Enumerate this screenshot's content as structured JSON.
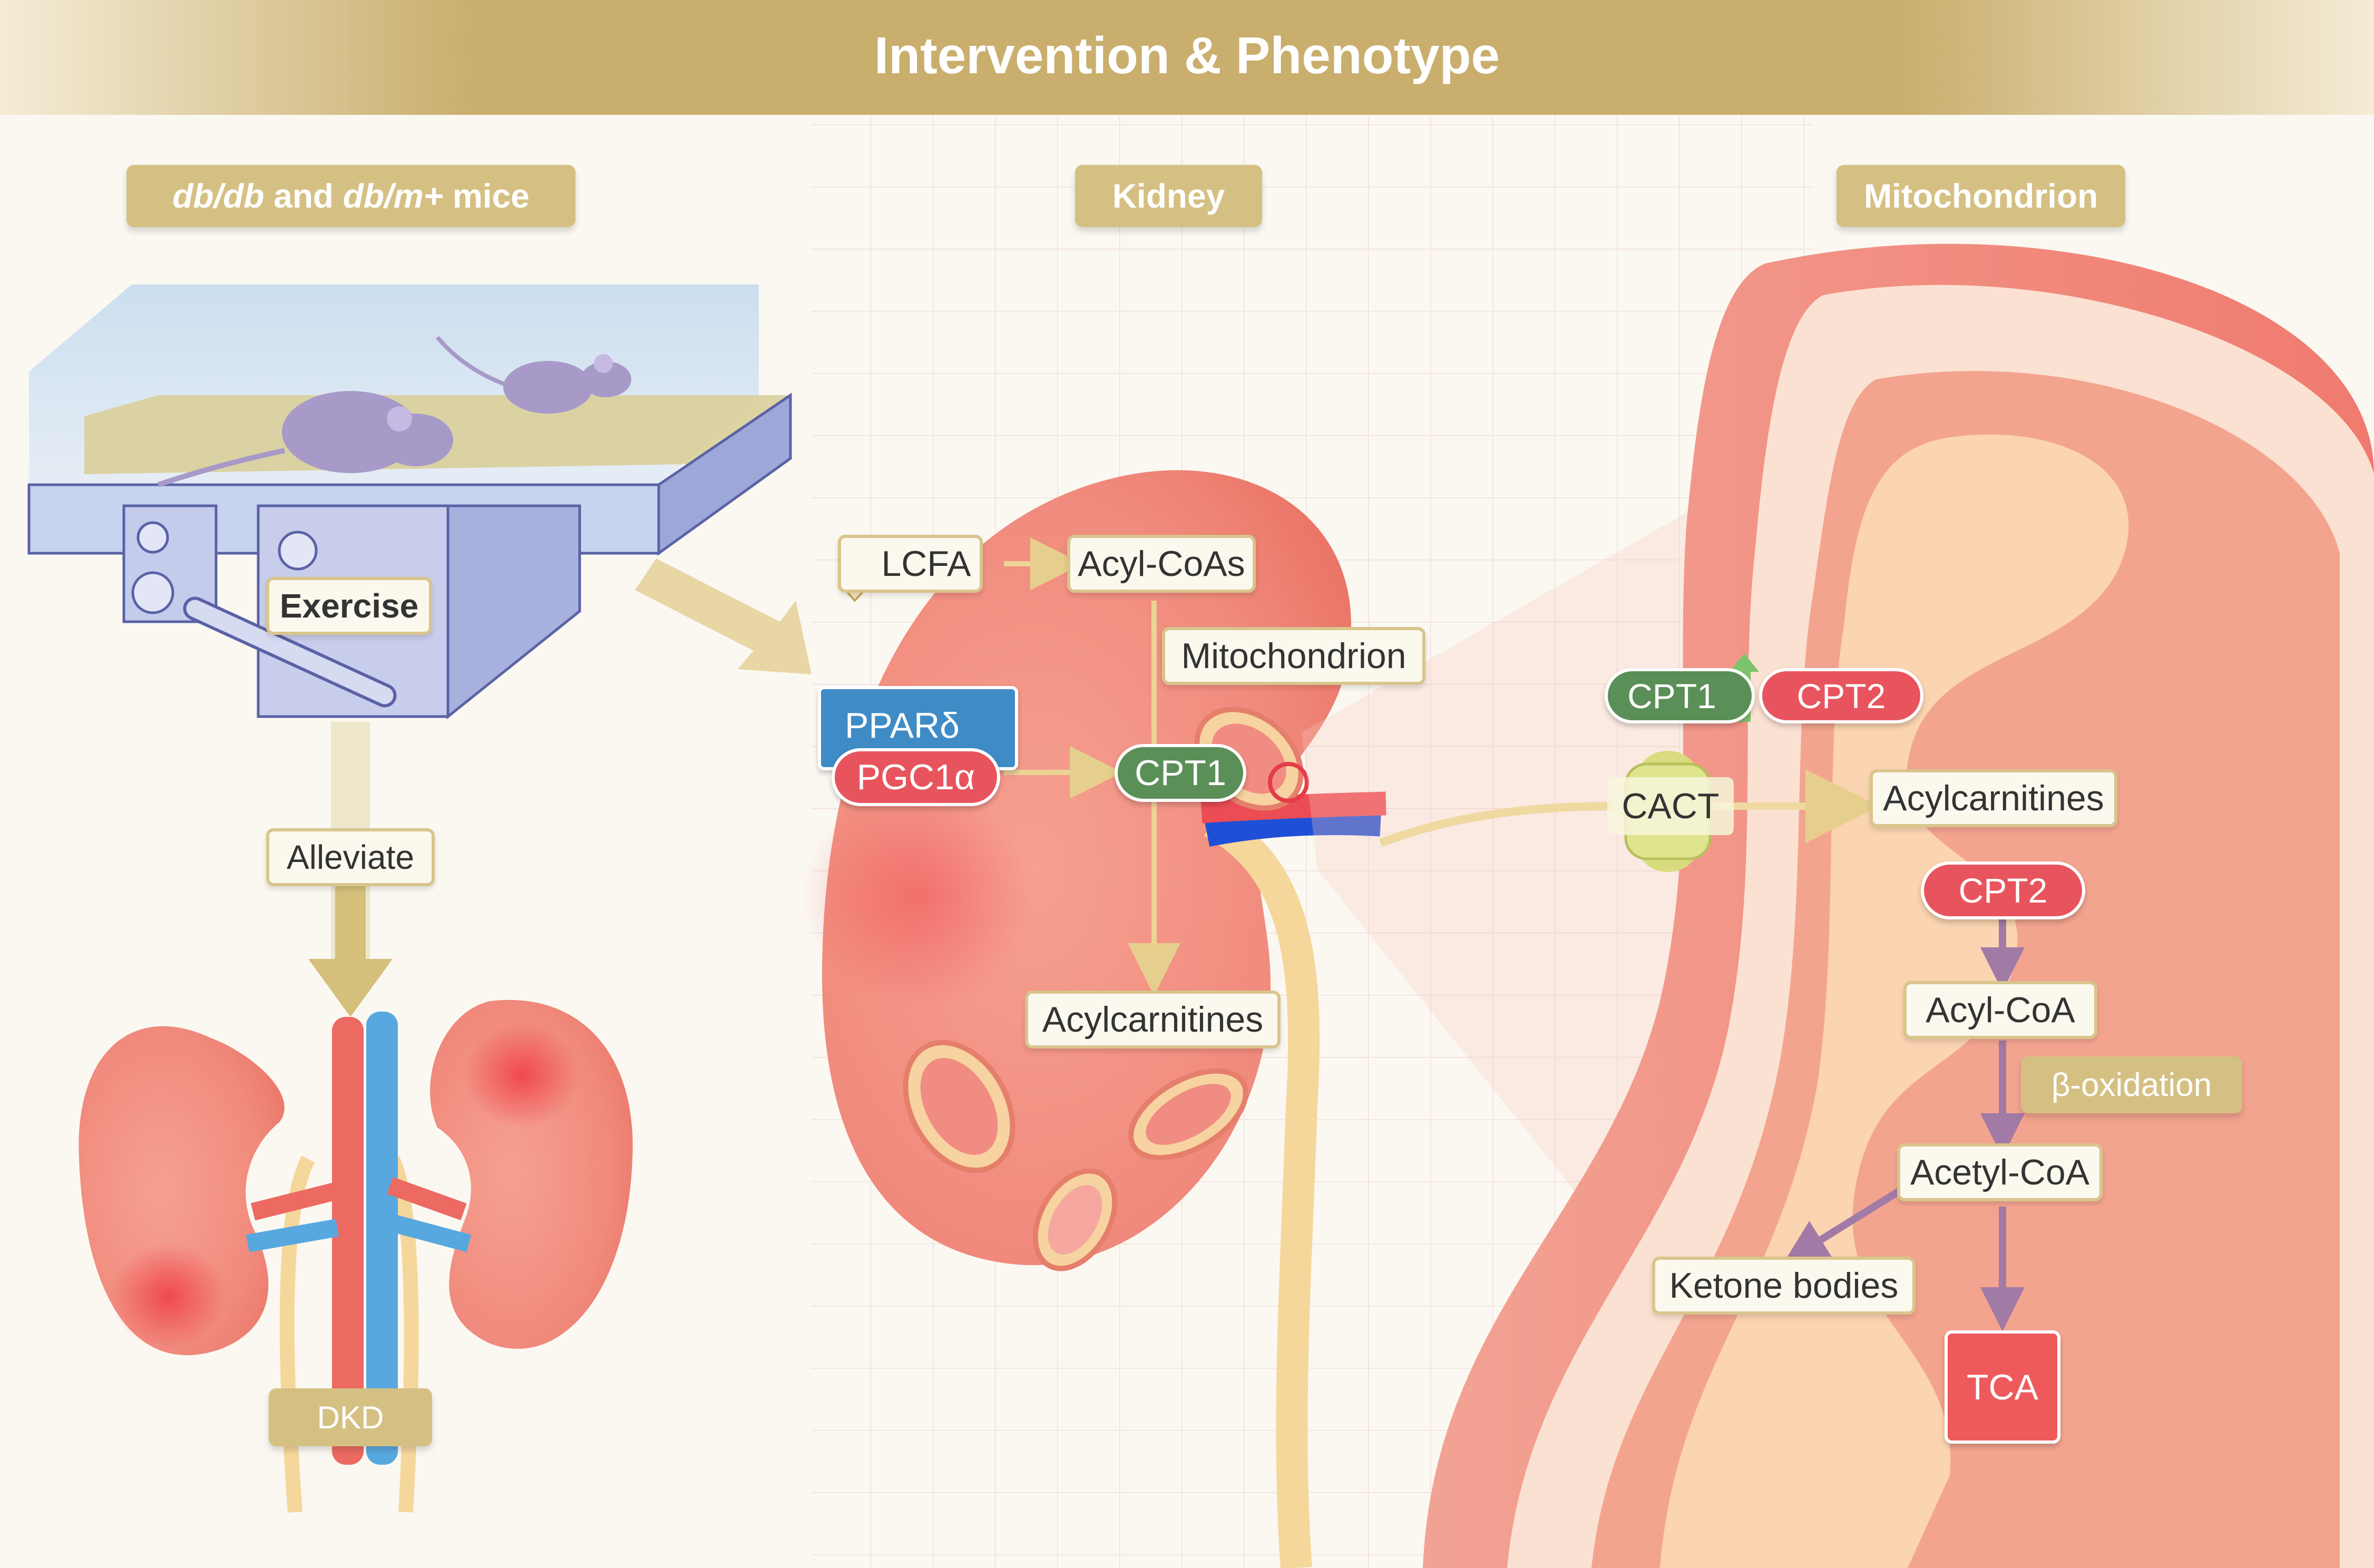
{
  "header": {
    "title": "Intervention & Phenotype"
  },
  "sections": {
    "mice": {
      "italic1": "db/db",
      "mid": " and ",
      "italic2": "db/m+",
      "tail": " mice"
    },
    "kidney": "Kidney",
    "mitochondrion": "Mitochondrion"
  },
  "left_panel": {
    "exercise": "Exercise",
    "alleviate": "Alleviate",
    "dkd": "DKD"
  },
  "kidney_panel": {
    "lcfa": "LCFA",
    "acyl_coas": "Acyl-CoAs",
    "mitochondrion": "Mitochondrion",
    "ppard": "PPARδ",
    "pgc1a": "PGC1α",
    "cpt1": "CPT1",
    "acylcarnitines": "Acylcarnitines"
  },
  "mito_panel": {
    "cpt1": "CPT1",
    "cpt2_top": "CPT2",
    "cact": "CACT",
    "acylcarnitines": "Acylcarnitines",
    "cpt2": "CPT2",
    "acyl_coa": "Acyl-CoA",
    "beta_oxidation": "β-oxidation",
    "acetyl_coa": "Acetyl-CoA",
    "ketone_bodies": "Ketone bodies",
    "tca": "TCA"
  },
  "colors": {
    "header_gold": "#c7ac6a",
    "tan": "#d5c084",
    "cpt1_green": "#5a8f57",
    "cpt2_red": "#e8545d",
    "ppard_blue": "#3f8bc6",
    "kidney_pink": "#f08a7c",
    "arrow_gold": "#e8d49a",
    "arrow_purple": "#a27aa6"
  }
}
